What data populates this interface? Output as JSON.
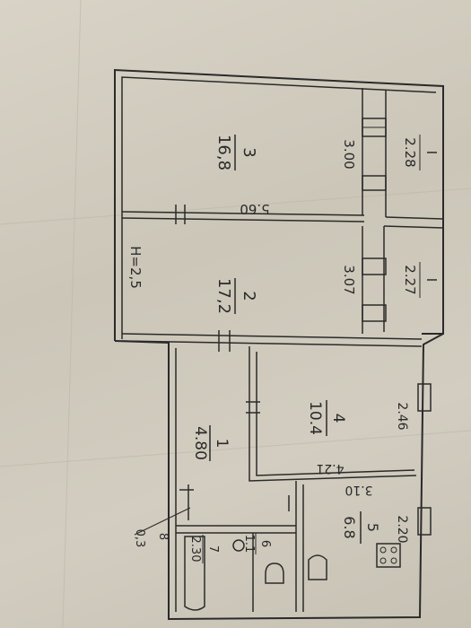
{
  "rooms": [
    {
      "id": "room-3",
      "number": "3",
      "area": "16,8"
    },
    {
      "id": "room-2",
      "number": "2",
      "area": "17,2"
    },
    {
      "id": "room-4",
      "number": "4",
      "area": "10.4"
    },
    {
      "id": "room-1",
      "number": "1",
      "area": "4.80"
    },
    {
      "id": "room-5",
      "number": "5",
      "area": "6.8"
    },
    {
      "id": "room-6",
      "number": "6",
      "area": "1.1"
    },
    {
      "id": "room-7",
      "number": "7",
      "area": "2.30"
    },
    {
      "id": "room-8",
      "number": "8",
      "area": "0,3"
    },
    {
      "id": "balcony-top",
      "number": "I",
      "area": "2.28"
    },
    {
      "id": "balcony-mid",
      "number": "I",
      "area": "2.27"
    }
  ],
  "dimensions": {
    "room3_width": "3.00",
    "room2_width": "3.07",
    "length_total": "5.60",
    "ceiling_height": "H=2,5",
    "room4_width": "2.46",
    "room4_length": "4.21",
    "kitchen_length": "3.10",
    "kitchen_width": "2.20"
  }
}
